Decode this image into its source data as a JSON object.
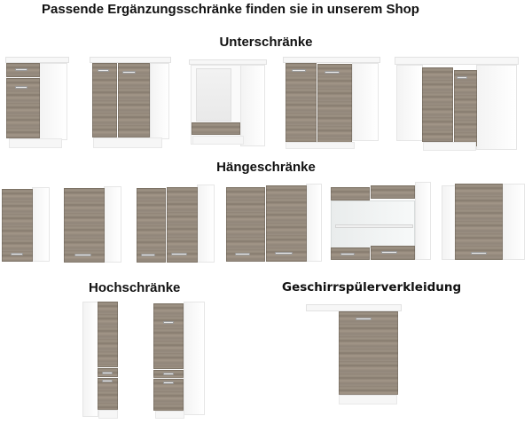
{
  "header": {
    "title": "Passende Ergänzungsschränke finden sie in unserem Shop"
  },
  "sections": {
    "unterschraenke": {
      "label": "Unterschränke",
      "items": [
        {
          "type": "base-cabinet-drawer-door"
        },
        {
          "type": "base-cabinet-two-doors"
        },
        {
          "type": "oven-housing-base-cabinet"
        },
        {
          "type": "base-cabinet-two-doors-wide"
        },
        {
          "type": "corner-base-cabinet"
        }
      ]
    },
    "haengeschraenke": {
      "label": "Hängeschränke",
      "items": [
        {
          "type": "wall-cabinet-narrow"
        },
        {
          "type": "wall-cabinet-single-door"
        },
        {
          "type": "wall-cabinet-two-doors"
        },
        {
          "type": "wall-cabinet-two-doors-wide"
        },
        {
          "type": "wall-cabinet-glass-doors"
        },
        {
          "type": "corner-wall-cabinet"
        }
      ]
    },
    "hochschraenke": {
      "label": "Hochschränke",
      "items": [
        {
          "type": "tall-cabinet-narrow"
        },
        {
          "type": "tall-cabinet-wide"
        }
      ]
    },
    "geschirrspueler": {
      "label": "Geschirrspülerverkleidung",
      "items": [
        {
          "type": "dishwasher-front-panel"
        }
      ]
    }
  },
  "colors": {
    "wood": "#968b7e",
    "carcass": "#fafafa",
    "text": "#111111"
  }
}
